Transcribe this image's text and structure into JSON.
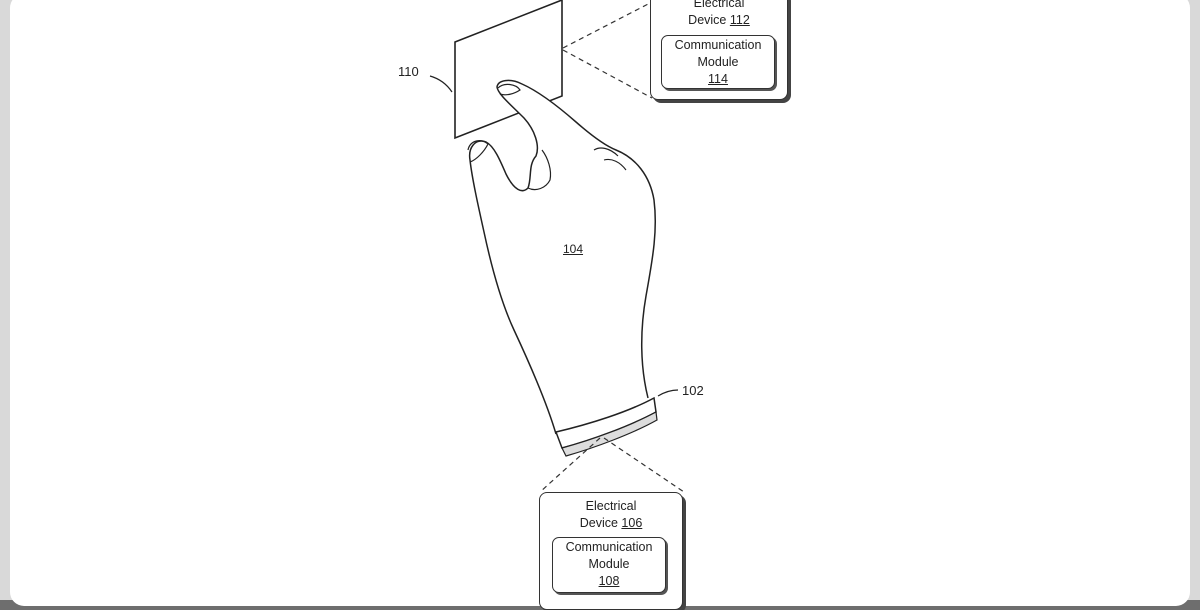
{
  "device_top": {
    "line1": "Electrical",
    "line2": "Device",
    "ref": "112",
    "module": {
      "line1": "Communication",
      "line2": "Module",
      "ref": "114"
    }
  },
  "device_bottom": {
    "line1": "Electrical",
    "line2": "Device",
    "ref": "106",
    "module": {
      "line1": "Communication",
      "line2": "Module",
      "ref": "108"
    }
  },
  "labels": {
    "card": "110",
    "hand": "104",
    "cuff": "102"
  }
}
